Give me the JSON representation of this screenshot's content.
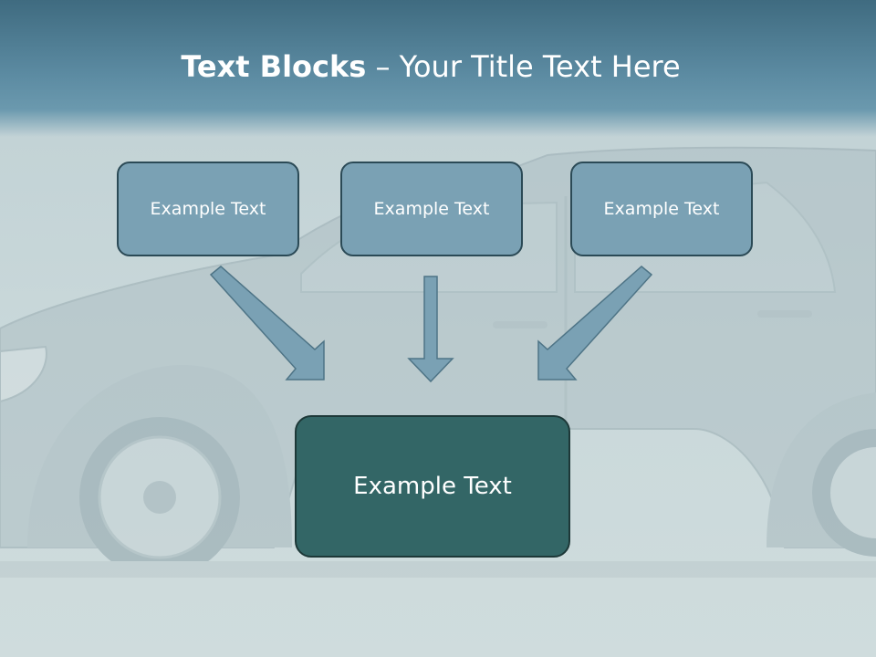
{
  "slide": {
    "title_bold": "Text Blocks",
    "title_rest": " – Your Title Text Here"
  },
  "blocks": {
    "left": "Example Text",
    "center": "Example Text",
    "right": "Example Text",
    "main": "Example Text"
  },
  "colors": {
    "header": "#5c8ba2",
    "background": "#c9d8da",
    "small_block_fill": "#7aa1b4",
    "main_block_fill": "#336666",
    "arrow_fill": "#7aa1b4"
  }
}
